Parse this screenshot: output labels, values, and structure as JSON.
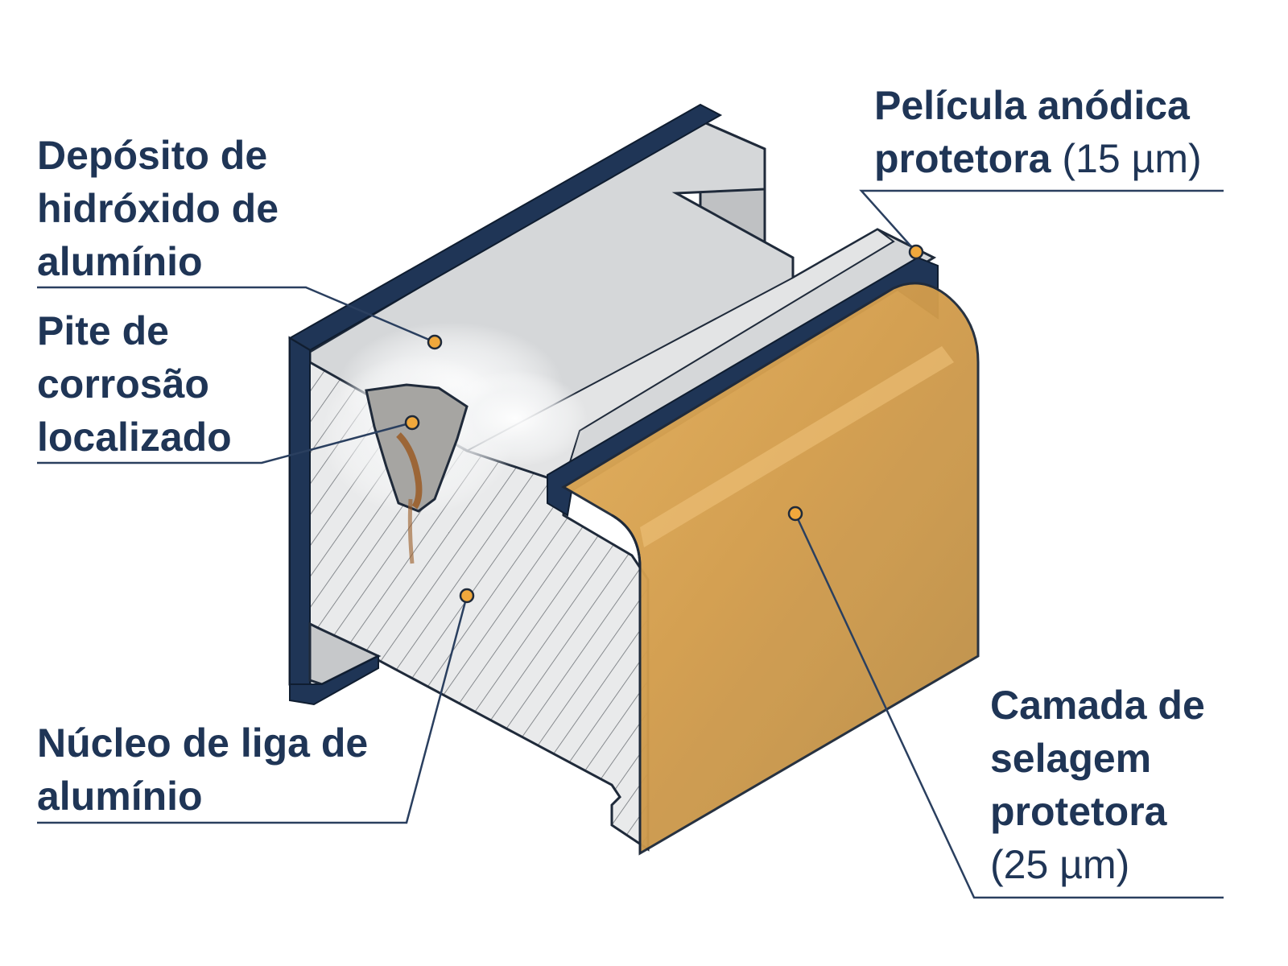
{
  "colors": {
    "navy": "#1f3556",
    "leader": "#2a3f5f",
    "marker": "#f0a83c",
    "aluminium_face": "#d5d7d9",
    "aluminium_light": "#e8e9ea",
    "aluminium_shadow": "#a9abad",
    "core_hatch": "#6f7378",
    "seal_layer": "#d8a24f",
    "seal_layer_dark": "#b98d45",
    "rust": "#9a5a24"
  },
  "icons": [
    "corrosion-pit-icon",
    "hydroxide-deposit-icon"
  ],
  "labels": {
    "hydroxide": {
      "lines": [
        "Depósito de",
        "hidróxido de",
        "alumínio"
      ]
    },
    "pit": {
      "lines": [
        "Pite de",
        "corrosão",
        "localizado"
      ]
    },
    "core": {
      "lines": [
        "Núcleo de liga de",
        "alumínio"
      ]
    },
    "anodic": {
      "line1": "Película anódica",
      "line2_bold": "protetora",
      "line2_light": "(15 µm)"
    },
    "sealing": {
      "line1": "Camada de",
      "line2": "selagem",
      "line3": "protetora",
      "line4": "(25 µm)"
    }
  }
}
